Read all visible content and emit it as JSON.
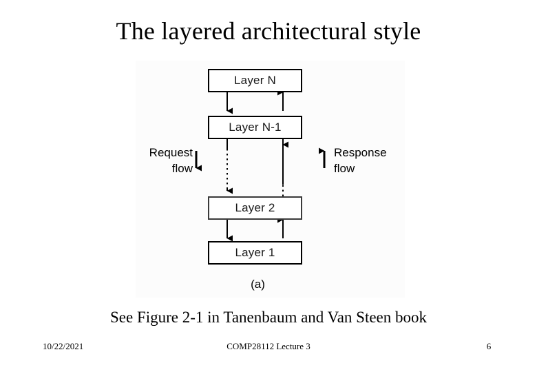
{
  "slide": {
    "title": "The layered architectural style",
    "reference_note": "See Figure 2-1 in Tanenbaum and Van Steen book"
  },
  "figure": {
    "caption": "(a)",
    "layers": [
      {
        "label": "Layer N",
        "name": "layer-n-box"
      },
      {
        "label": "Layer N-1",
        "name": "layer-n-minus-1-box"
      },
      {
        "label": "Layer 2",
        "name": "layer-2-box"
      },
      {
        "label": "Layer 1",
        "name": "layer-1-box"
      }
    ],
    "flows": [
      {
        "line1": "Request",
        "line2": "flow",
        "arrow": "down-arrow-icon",
        "side": "left"
      },
      {
        "line1": "Response",
        "line2": "flow",
        "arrow": "up-arrow-icon",
        "side": "right"
      }
    ],
    "colors": {
      "stroke": "#000000",
      "box_fill": "#ffffff",
      "region_background": "#fcfcfc",
      "text": "#1a1a1a"
    }
  },
  "footer": {
    "date": "10/22/2021",
    "course": "COMP28112 Lecture 3",
    "page_number": "6"
  }
}
